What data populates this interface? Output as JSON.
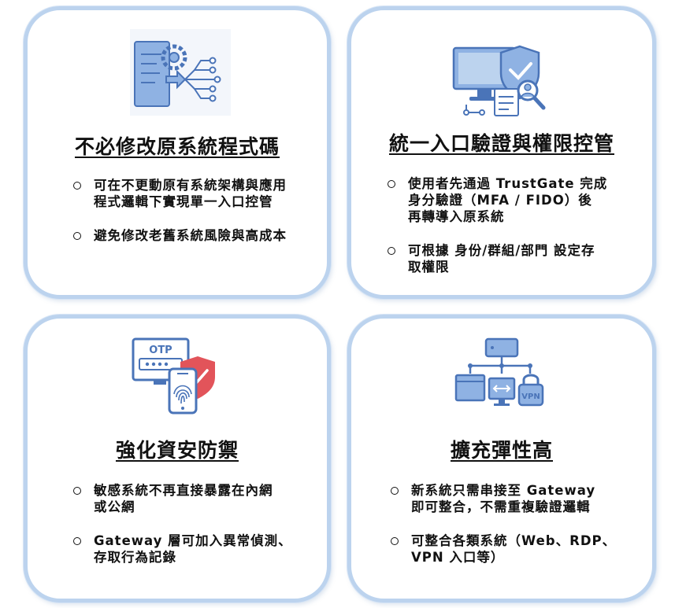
{
  "cards": [
    {
      "icon": "server-gear-circuit-icon",
      "title": "不必修改原系統程式碼",
      "bullets": [
        "可在不更動原有系統架構與應用\n程式邏輯下實現單一入口控管",
        "避免修改老舊系統風險與高成本"
      ]
    },
    {
      "icon": "computer-shield-user-icon",
      "title": "統一入口驗證與權限控管",
      "bullets": [
        "使用者先通過 TrustGate 完成\n身分驗證（MFA / FIDO）後\n再轉導入原系統",
        "可根據 身份/群組/部門 設定存\n取權限"
      ]
    },
    {
      "icon": "otp-fingerprint-shield-icon",
      "icon_text": "OTP",
      "title": "強化資安防禦",
      "bullets": [
        "敏感系統不再直接暴露在內網\n或公網",
        "Gateway 層可加入異常偵測、\n存取行為記錄"
      ]
    },
    {
      "icon": "network-vpn-icon",
      "icon_text": "VPN",
      "title": "擴充彈性高",
      "bullets": [
        "新系統只需串接至 Gateway\n即可整合，不需重複驗證邏輯",
        "可整合各類系統（Web、RDP、\nVPN 入口等）"
      ]
    }
  ],
  "colors": {
    "card_border": "#bcd3ee",
    "icon_blue": "#4a74b8",
    "icon_light": "#8fb2e3",
    "shield_red": "#e2545a",
    "text": "#111111"
  }
}
